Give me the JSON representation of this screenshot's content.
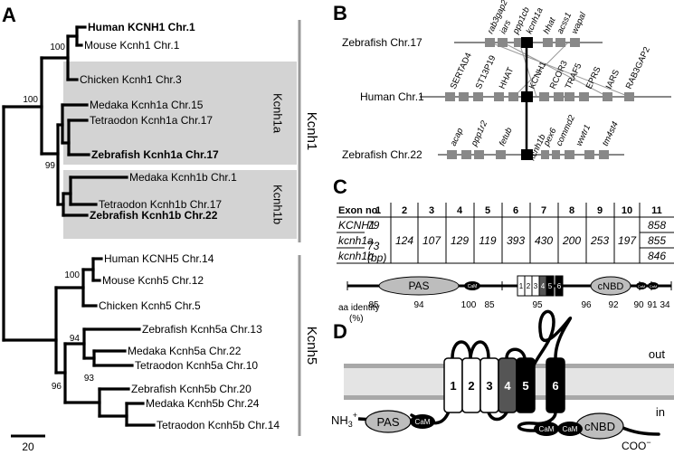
{
  "panels": {
    "a": "A",
    "b": "B",
    "c": "C",
    "d": "D"
  },
  "tree": {
    "taxa": [
      {
        "label": "Human KCNH1 Chr.1",
        "bold": true
      },
      {
        "label": "Mouse Kcnh1 Chr.1",
        "bold": false
      },
      {
        "label": "Chicken Kcnh1 Chr.3",
        "bold": false
      },
      {
        "label": "Medaka Kcnh1a Chr.15",
        "bold": false
      },
      {
        "label": "Tetraodon Kcnh1a Chr.17",
        "bold": false
      },
      {
        "label": "Zebrafish Kcnh1a Chr.17",
        "bold": true
      },
      {
        "label": "Medaka Kcnh1b Chr.1",
        "bold": false
      },
      {
        "label": "Tetraodon Kcnh1b Chr.17",
        "bold": false
      },
      {
        "label": "Zebrafish Kcnh1b Chr.22",
        "bold": true
      },
      {
        "label": "Human KCNH5 Chr.14",
        "bold": false
      },
      {
        "label": "Mouse Kcnh5 Chr.12",
        "bold": false
      },
      {
        "label": "Chicken Kcnh5 Chr.5",
        "bold": false
      },
      {
        "label": "Zebrafish Kcnh5a Chr.13",
        "bold": false
      },
      {
        "label": "Medaka Kcnh5a Chr.22",
        "bold": false
      },
      {
        "label": "Tetraodon Kcnh5a Chr.10",
        "bold": false
      },
      {
        "label": "Zebrafish Kcnh5b Chr.20",
        "bold": false
      },
      {
        "label": "Medaka Kcnh5b Chr.24",
        "bold": false
      },
      {
        "label": "Tetraodon Kcnh5b Chr.14",
        "bold": false
      }
    ],
    "bootstraps": [
      "100",
      "100",
      "99",
      "100",
      "94",
      "96",
      "93"
    ],
    "groups": {
      "kcnh1a": "Kcnh1a",
      "kcnh1b": "Kcnh1b",
      "kcnh1": "Kcnh1",
      "kcnh5": "Kcnh5"
    },
    "scale_label": "20"
  },
  "synteny": {
    "zf17": {
      "label": "Zebrafish Chr.17",
      "genes": [
        "rab3gap2",
        "iars",
        "ppp1cb",
        "kcnh1a",
        "hhat",
        "acss1",
        "wapal"
      ]
    },
    "human": {
      "label": "Human Chr.1",
      "genes": [
        "SERTAD4",
        "ST13P19",
        "HHAT",
        "KCNH1",
        "RCOR3",
        "TRAF5",
        "EPRS",
        "IARS",
        "RAB3GAP2"
      ]
    },
    "zf22": {
      "label": "Zebrafish Chr.22",
      "genes": [
        "acap",
        "ppp1r2",
        "fetub",
        "kcnh1b",
        "pex6",
        "commd2",
        "wwtr1",
        "tm4st4"
      ]
    }
  },
  "exons": {
    "header_label": "Exon no.",
    "numbers": [
      "1",
      "2",
      "3",
      "4",
      "5",
      "6",
      "7",
      "8",
      "9",
      "10",
      "11"
    ],
    "rows": [
      "KCNH1",
      "kcnh1a",
      "kcnh1b"
    ],
    "exon1": {
      "kcnh1": "79",
      "shared": "73",
      "unit": "(bp)"
    },
    "mid_values": [
      "124",
      "107",
      "129",
      "119",
      "393",
      "430",
      "200",
      "253",
      "197"
    ],
    "exon11": [
      "858",
      "855",
      "846"
    ],
    "domain_pas": "PAS",
    "domain_cnbd": "cNBD",
    "domain_cam": "CaM",
    "tm_labels": [
      "1",
      "2",
      "3",
      "4",
      "5",
      "6"
    ],
    "aa_label_1": "aa identity",
    "aa_label_2": "(%)",
    "aa_values": [
      "85",
      "94",
      "100",
      "85",
      "95",
      "96",
      "92",
      "90",
      "91",
      "34"
    ]
  },
  "topology": {
    "out_label": "out",
    "in_label": "in",
    "nterm": "NH",
    "nterm_sup": "3",
    "nterm_charge": "+",
    "cterm": "COO",
    "cterm_charge": "−",
    "pas": "PAS",
    "cam": "CaM",
    "cnbd": "cNBD",
    "segments": [
      "1",
      "2",
      "3",
      "4",
      "5",
      "6"
    ]
  }
}
